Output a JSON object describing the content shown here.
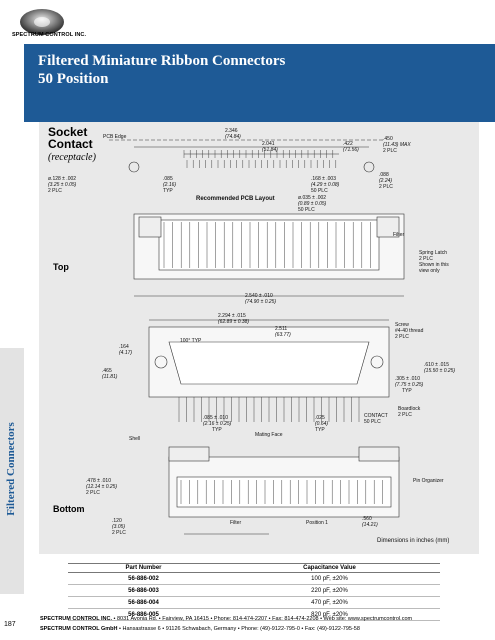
{
  "brand": {
    "logo_text": "SPECTRUM CONTROL INC.",
    "color": "#1e5a96"
  },
  "title": {
    "line1": "Filtered Miniature Ribbon Connectors",
    "line2": "50 Position"
  },
  "side_label": "Filtered Connectors",
  "drawing": {
    "heading": "Socket Contact",
    "heading_line1": "Socket",
    "heading_line2": "Contact",
    "subheading": "(receptacle)",
    "views": {
      "top": "Top",
      "bottom": "Bottom"
    },
    "labels": {
      "pcb_edge": "PCB Edge",
      "dim_2346": "2.346",
      "dim_2346_mm": "(74.84)",
      "dim_2041": "2.041",
      "dim_2041_mm": "(51.84)",
      "dim_422": ".422",
      "dim_422_mm": "(71.56)",
      "dim_450": ".450",
      "dim_450_mm": "(11.43) MAX",
      "plc2_a": "2 PLC",
      "hole": "ø.128 ± .002",
      "hole_mm": "(3.25 ± 0.05)",
      "plc2_b": "2 PLC",
      "dim_085": ".085",
      "dim_085_mm": "(2.16)",
      "typ_a": "TYP",
      "dim_168": ".168 ± .003",
      "dim_168_mm": "(4.29 ± 0.08)",
      "plc50_a": "50 PLC",
      "pcb_layout": "Recommended PCB Layout",
      "dim_035": "ø.035 ± .002",
      "dim_035_mm": "(0.89 ± 0.05)",
      "plc50_b": "50 PLC",
      "dim_088": ".088",
      "dim_088_mm": "(2.24)",
      "plc2_c": "2 PLC",
      "filter": "Filter",
      "spring_latch": "Spring Latch",
      "spring_plc": "2 PLC",
      "spring_shown": "Shown in this",
      "spring_view": "view only",
      "dim_2540": "2.540 ± .010",
      "dim_2540_mm": "(74.90 ± 0.25)",
      "dim_2294": "2.294 ± .015",
      "dim_2294_mm": "(62.89 ± 0.38)",
      "dim_2511": "2.511",
      "dim_2511_mm": "(63.77)",
      "screw": "Screw",
      "screw_thread": "#4-40 thread",
      "screw_plc": "2 PLC",
      "dim_164": ".164",
      "dim_164_mm": "(4.17)",
      "angle": "100° TYP",
      "dim_465": ".465",
      "dim_465_mm": "(11.81)",
      "dim_610": ".610 ± .015",
      "dim_610_mm": "(15.50 ± 0.25)",
      "dim_305": ".305 ± .010",
      "dim_305_mm": "(7.75 ± 0.25)",
      "typ_b": "TYP",
      "dim_085b": ".085 ± .010",
      "dim_085b_mm": "(2.16 ± 0.25)",
      "typ_c": "TYP",
      "dim_025": ".025",
      "dim_025_mm": "(0.64)",
      "typ_d": "TYP",
      "contact": "CONTACT",
      "contact_plc": "50 PLC",
      "boardlock": "Boardlock",
      "boardlock_plc": "2 PLC",
      "shell": "Shell",
      "mating_face": "Mating Face",
      "dim_478": ".478 ± .010",
      "dim_478_mm": "(12.14 ± 0.25)",
      "plc2_d": "2 PLC",
      "pin_organizer": "Pin Organizer",
      "dim_120": ".120",
      "dim_120_mm": "(3.05)",
      "plc2_e": "2 PLC",
      "filter_b": "Filter",
      "position1": "Position 1",
      "dim_560": ".560",
      "dim_560_mm": "(14.21)",
      "dims_note": "Dimensions in inches (mm)"
    }
  },
  "parts_table": {
    "headers": [
      "Part Number",
      "Capacitance Value"
    ],
    "rows": [
      [
        "56-886-002",
        "100 pF, ±20%"
      ],
      [
        "56-886-003",
        "220 pF, ±20%"
      ],
      [
        "56-886-004",
        "470 pF, ±20%"
      ],
      [
        "56-886-005",
        "820 pF, ±20%"
      ]
    ]
  },
  "footer": {
    "page": "187",
    "line1_company": "SPECTRUM CONTROL INC.",
    "line1_rest": "• 8031 Avonia Rd. • Fairview, PA 16415 • Phone: 814-474-2207 • Fax: 814-474-2208 • Web site: www.spectrumcontrol.com",
    "line2_company": "SPECTRUM CONTROL GmbH",
    "line2_rest": "• Hansastrasse 6 • 91126 Schwabach, Germany • Phone: (49)-9122-795-0 • Fax: (49)-9122-795-58"
  }
}
